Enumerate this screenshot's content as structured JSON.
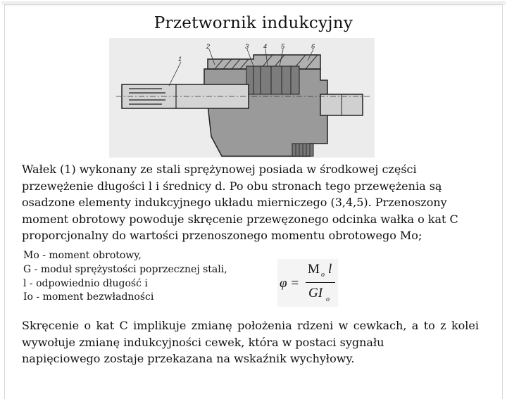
{
  "slide": {
    "title": "Przetwornik indukcyjny",
    "figure": {
      "part_labels": [
        "1",
        "2",
        "3",
        "4",
        "5",
        "6"
      ]
    },
    "description": "Wałek (1) wykonany ze stali sprężynowej posiada w środkowej części przewężenie długości l i średnicy d. Po obu stronach tego przewężenia są osadzone elementy indukcyjnego układu mierniczego (3,4,5). Przenoszony moment obrotowy powoduje skręcenie przewęzonego odcinka wałka o kat C proporcjonalny do wartości przenoszonego momentu obrotowego Mo;",
    "legend": [
      "Mo - moment obrotowy,",
      "G - moduł sprężystości poprzecznej stali,",
      "l - odpowiednio długość i",
      "Io - moment bezwładności"
    ],
    "formula": {
      "lhs": "φ =",
      "numerator_m": "M",
      "numerator_sub": "o",
      "numerator_l": "l",
      "denominator_gi": "GI",
      "denominator_sub": "o"
    },
    "result_lines": [
      "Skręcenie o kat C implikuje zmianę położenia rdzeni w cewkach, a to z kolei",
      "wywołuje zmianę indukcyjności cewek, która w postaci sygnału",
      "napięciowego zostaje przekazana na wskaźnik wychyłowy."
    ]
  }
}
